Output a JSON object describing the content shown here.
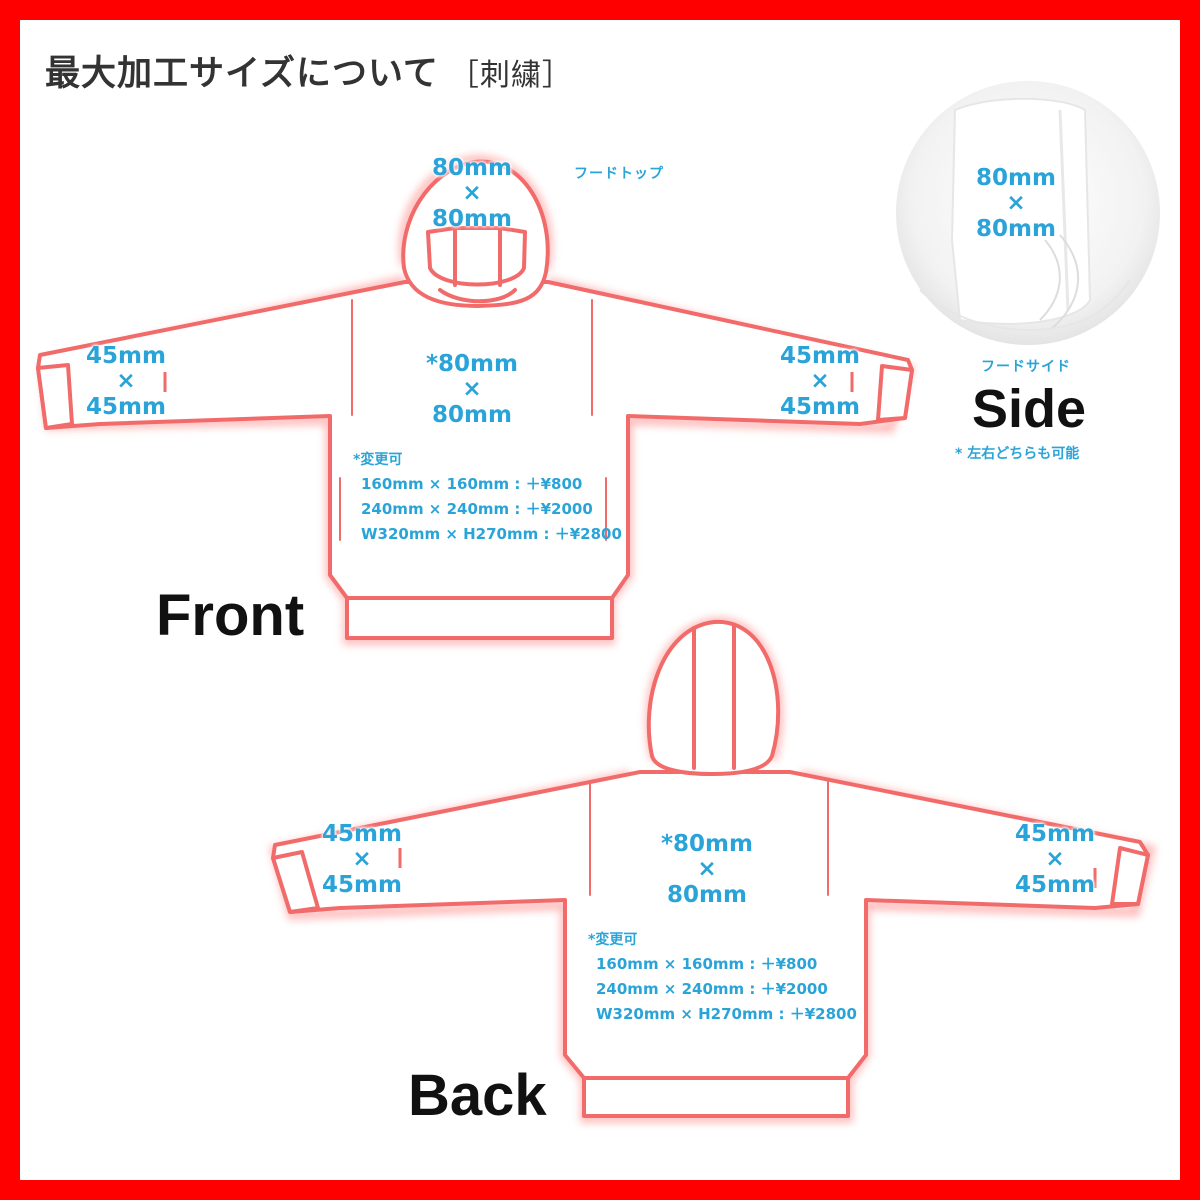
{
  "header": {
    "title": "最大加工サイズについて",
    "bracket": "［刺繍］"
  },
  "front": {
    "view_label": "Front",
    "hood_top_caption": "フードトップ",
    "hood_size": {
      "w": "80mm",
      "x": "×",
      "h": "80mm"
    },
    "chest_size": {
      "w": "*80mm",
      "x": "×",
      "h": "80mm"
    },
    "left_sleeve": {
      "w": "45mm",
      "x": "×",
      "h": "45mm"
    },
    "right_sleeve": {
      "w": "45mm",
      "x": "×",
      "h": "45mm"
    },
    "options": {
      "head": "*変更可",
      "rows": [
        "160mm × 160mm : ＋¥800",
        "240mm × 240mm : ＋¥2000",
        "W320mm × H270mm : ＋¥2800"
      ]
    }
  },
  "back": {
    "view_label": "Back",
    "chest_size": {
      "w": "*80mm",
      "x": "×",
      "h": "80mm"
    },
    "left_sleeve": {
      "w": "45mm",
      "x": "×",
      "h": "45mm"
    },
    "right_sleeve": {
      "w": "45mm",
      "x": "×",
      "h": "45mm"
    },
    "options": {
      "head": "*変更可",
      "rows": [
        "160mm × 160mm : ＋¥800",
        "240mm × 240mm : ＋¥2000",
        "W320mm × H270mm : ＋¥2800"
      ]
    }
  },
  "side": {
    "view_label": "Side",
    "caption": "フードサイド",
    "hood_size": {
      "w": "80mm",
      "x": "×",
      "h": "80mm"
    },
    "note": "* 左右どちらも可能"
  },
  "colors": {
    "frame": "#ff0000",
    "outline": "#f26b6b",
    "label_blue": "#2aa4d8",
    "title": "#333333"
  }
}
